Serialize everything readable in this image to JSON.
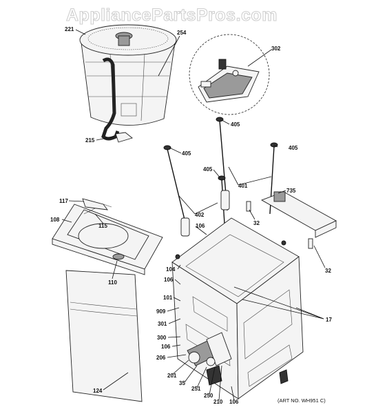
{
  "watermark": "AppliancePartsPros.com",
  "art_number": "(ART NO. WH951 C)",
  "part_labels": {
    "p221": "221",
    "p254": "254",
    "p215": "215",
    "p302": "302",
    "p405a": "405",
    "p405b": "405",
    "p405c": "405",
    "p405d": "405",
    "p401": "401",
    "p402": "402",
    "p735": "735",
    "p32a": "32",
    "p32b": "32",
    "p117": "117",
    "p108": "108",
    "p115": "115",
    "p110": "110",
    "p106a": "106",
    "p106b": "106",
    "p106c": "106",
    "p106d": "106",
    "p104": "104",
    "p101": "101",
    "p909": "909",
    "p301": "301",
    "p300": "300",
    "p206": "206",
    "p201": "201",
    "p35": "35",
    "p251": "251",
    "p250": "250",
    "p210": "210",
    "p17": "17",
    "p124": "124"
  }
}
